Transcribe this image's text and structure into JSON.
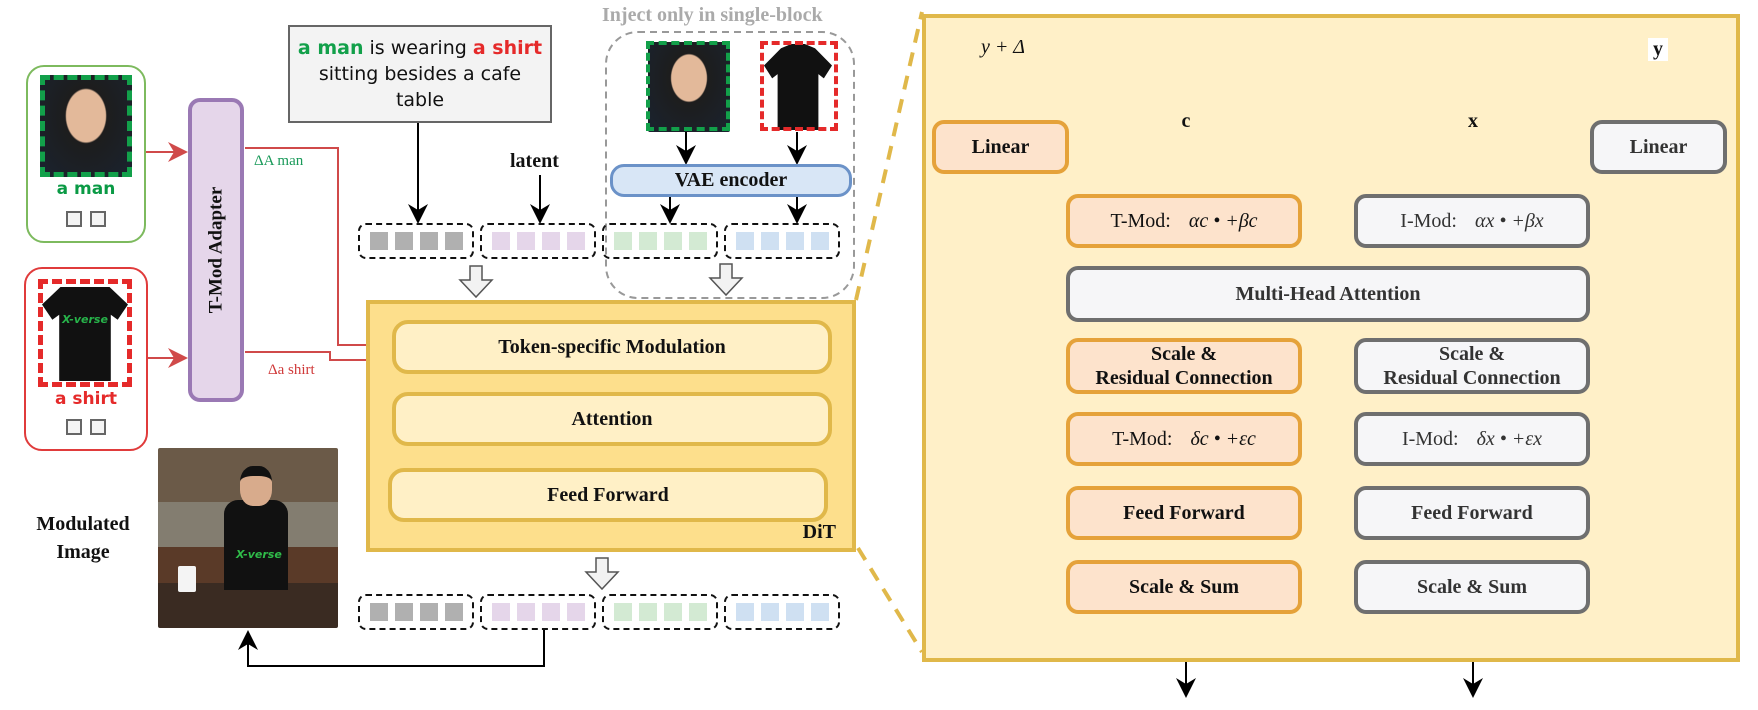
{
  "reference_inputs": [
    {
      "label": "a man",
      "color": "#0a9a45",
      "image": "portrait-of-man"
    },
    {
      "label": "a shirt",
      "color": "#e52a2a",
      "image": "black-tshirt-xverse"
    }
  ],
  "adapter": {
    "label": "T-Mod Adapter"
  },
  "deltas": [
    {
      "label": "ΔA man",
      "color": "#1a9a5a"
    },
    {
      "label": "Δa shirt",
      "color": "#d03a3a"
    }
  ],
  "prompt": {
    "part1": "a man",
    "part2": " is wearing ",
    "part3": "a shirt",
    "part4": "sitting besides a cafe table"
  },
  "latent_label": "latent",
  "inject_label": "Inject only in single-block",
  "vae_label": "VAE encoder",
  "token_colors": [
    "#b0b0b0",
    "#e5d6ea",
    "#d3ead3",
    "#cfe0f2"
  ],
  "dit": {
    "blocks": [
      "Token-specific Modulation",
      "Attention",
      "Feed Forward"
    ],
    "label": "DiT"
  },
  "output": {
    "label_line1": "Modulated",
    "label_line2": "Image"
  },
  "detail": {
    "inputs": {
      "y_delta": "y + Δ",
      "c": "c",
      "x": "x",
      "y": "y"
    },
    "linear_left": "Linear",
    "linear_right": "Linear",
    "t_mod1": {
      "name": "T-Mod:",
      "formula": "αc • +βc"
    },
    "i_mod1": {
      "name": "I-Mod:",
      "formula": "αx • +βx"
    },
    "mha": "Multi-Head Attention",
    "scale_res_left": [
      "Scale &",
      "Residual Connection"
    ],
    "scale_res_right": [
      "Scale &",
      "Residual Connection"
    ],
    "t_mod2": {
      "name": "T-Mod:",
      "formula": "δc • +εc"
    },
    "i_mod2": {
      "name": "I-Mod:",
      "formula": "δx • +εx"
    },
    "ff_left": "Feed Forward",
    "ff_right": "Feed Forward",
    "sum_left": "Scale & Sum",
    "sum_right": "Scale & Sum"
  }
}
